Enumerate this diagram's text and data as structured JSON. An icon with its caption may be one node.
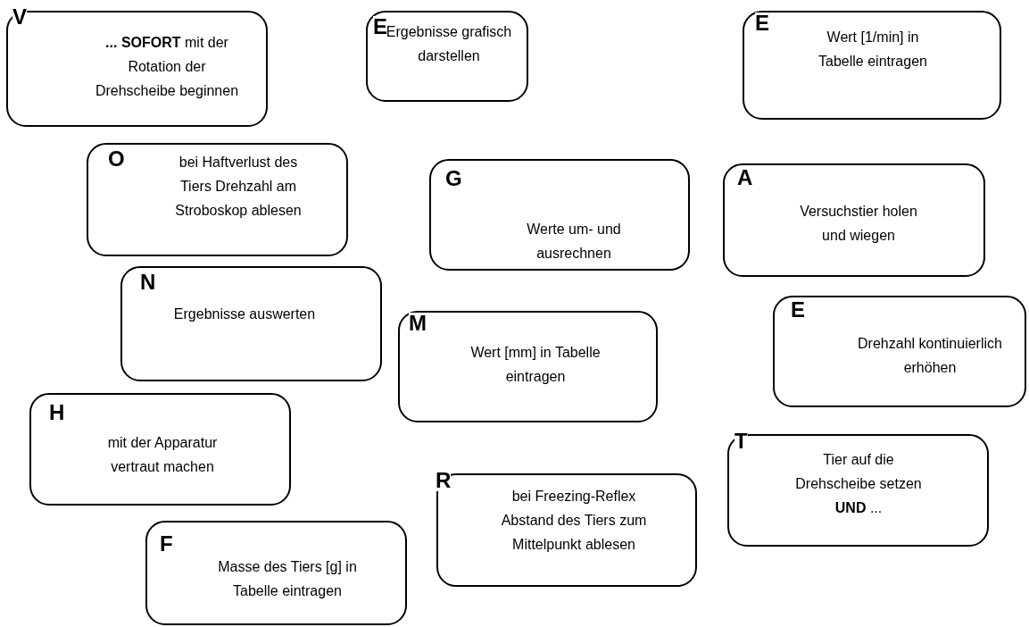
{
  "diagram": {
    "nodes": [
      {
        "text": [
          "V",
          "**... SOFORT** mit der Rotation der Drehscheibe beginnen"
        ]
      },
      {
        "text": [
          "E",
          "Ergebnisse grafisch darstellen"
        ]
      },
      {
        "text": [
          "E",
          "Wert [1/min] in Tabelle eintragen"
        ]
      },
      {
        "text": [
          "O",
          "bei Haftverlust des Tiers Drehzahl am Stroboskop ablesen"
        ]
      },
      {
        "text": [
          "G",
          "Werte um- und ausrechnen"
        ]
      },
      {
        "text": [
          "A",
          "Versuchstier holen und wiegen"
        ]
      },
      {
        "text": [
          "N",
          "Ergebnisse auswerten"
        ]
      },
      {
        "text": [
          "M",
          "Wert [mm] in Tabelle eintragen"
        ]
      },
      {
        "text": [
          "E",
          "Drehzahl kontinuierlich erhöhen"
        ]
      },
      {
        "text": [
          "H",
          "mit der Apparatur vertraut machen"
        ]
      },
      {
        "text": [
          "T",
          "Tier auf die Drehscheibe setzen **UND** ..."
        ]
      },
      {
        "text": [
          "R",
          "bei Freezing-Reflex Abstand des Tiers zum Mittelpunkt ablesen"
        ]
      },
      {
        "text": [
          "F",
          "Masse des Tiers [g] in Tabelle eintragen"
        ]
      }
    ]
  }
}
